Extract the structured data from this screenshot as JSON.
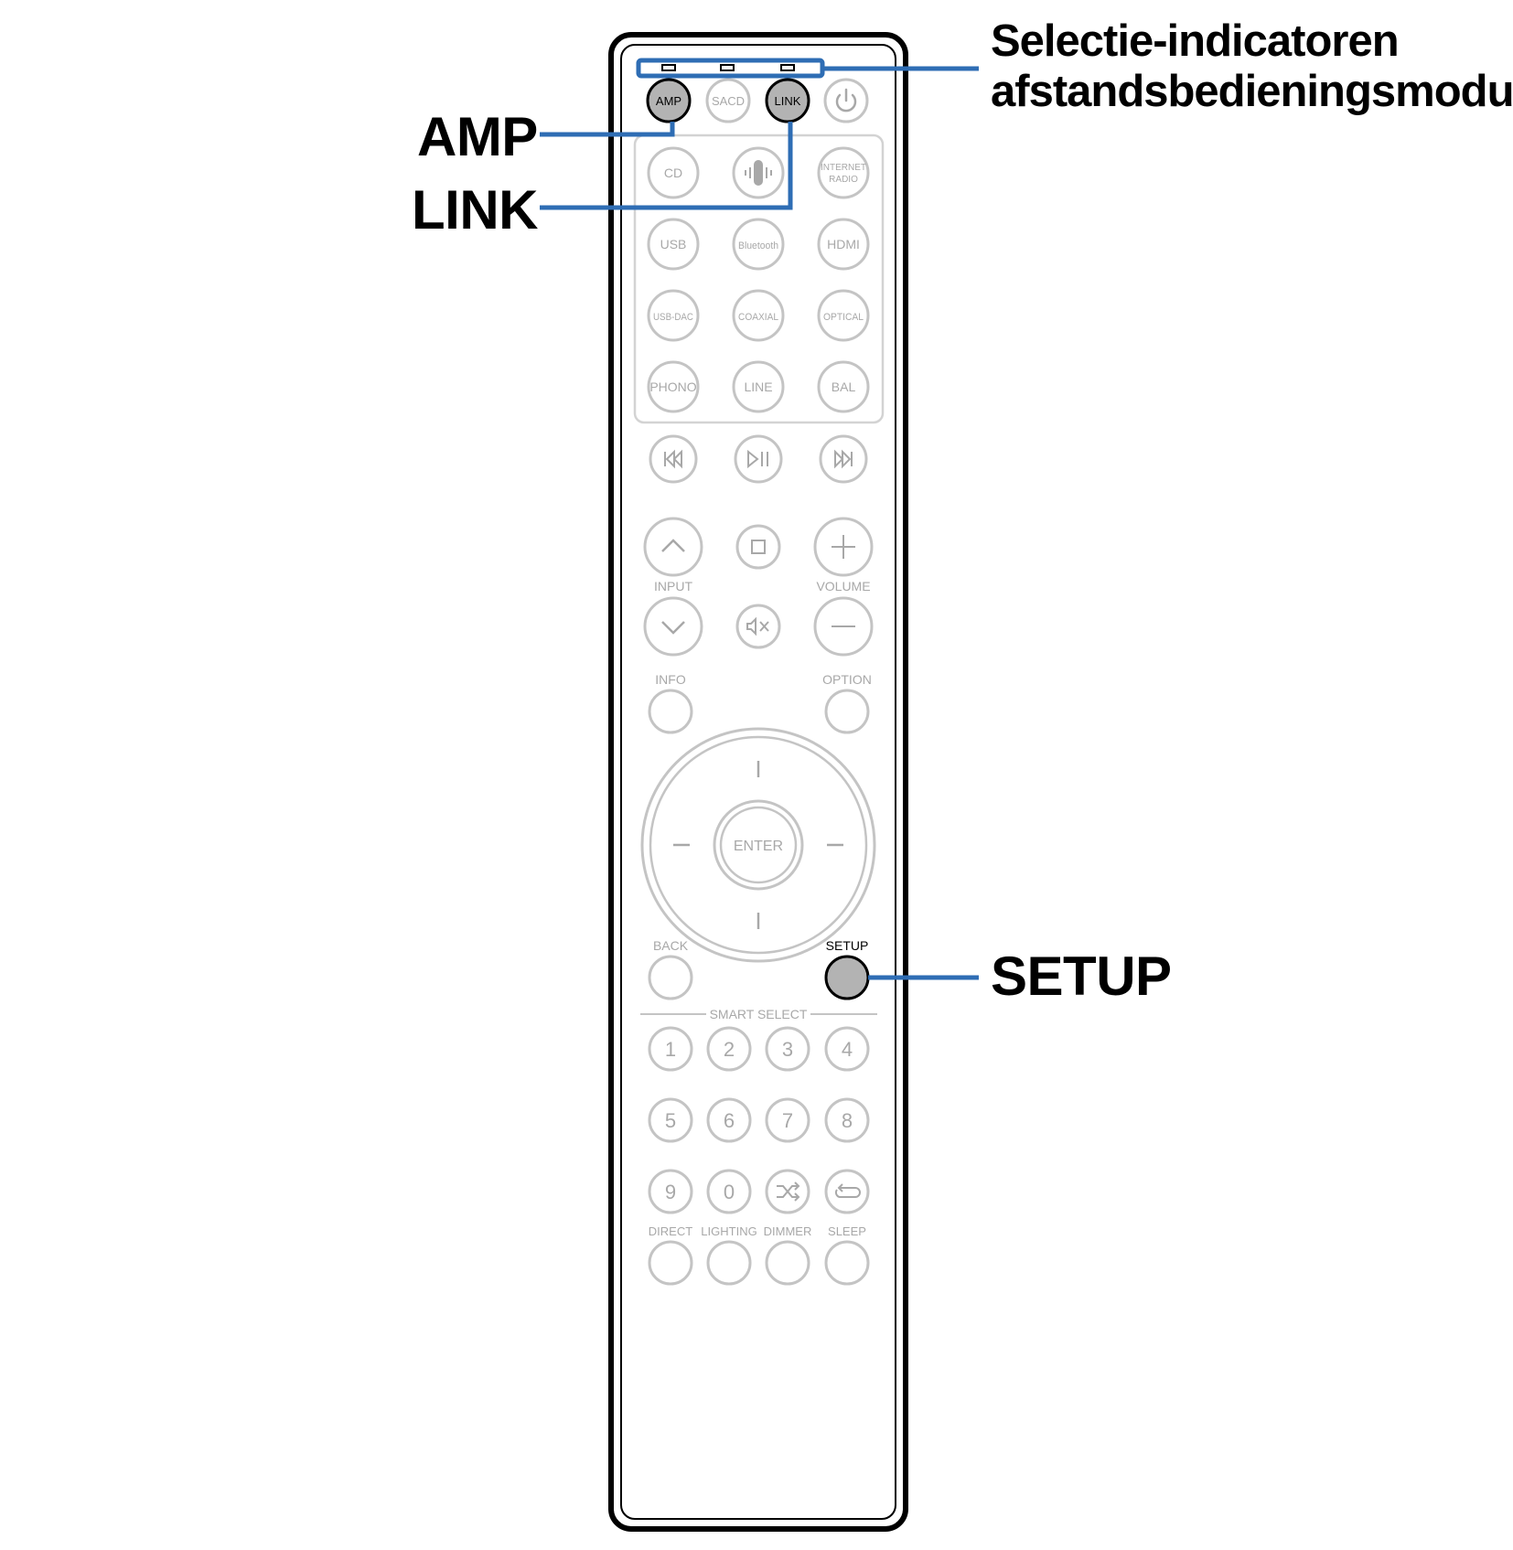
{
  "callouts": {
    "amp": "AMP",
    "link": "LINK",
    "setup": "SETUP",
    "indicators_line1": "Selectie-indicatoren",
    "indicators_line2": "afstandsbedieningsmodus"
  },
  "remote": {
    "top_buttons": [
      {
        "name": "amp-button",
        "label": "AMP",
        "highlighted": true
      },
      {
        "name": "sacd-button",
        "label": "SACD",
        "highlighted": false
      },
      {
        "name": "link-button",
        "label": "LINK",
        "highlighted": true
      },
      {
        "name": "power-button",
        "label": "",
        "icon": "power-icon",
        "highlighted": false
      }
    ],
    "source_buttons": [
      {
        "name": "cd-button",
        "label": "CD"
      },
      {
        "name": "heos-button",
        "label": "",
        "icon": "heos-icon"
      },
      {
        "name": "internet-radio-button",
        "label": "INTERNET",
        "label2": "RADIO"
      },
      {
        "name": "usb-button",
        "label": "USB"
      },
      {
        "name": "bluetooth-button",
        "label": "Bluetooth"
      },
      {
        "name": "hdmi-button",
        "label": "HDMI"
      },
      {
        "name": "usb-dac-button",
        "label": "USB-DAC"
      },
      {
        "name": "coaxial-button",
        "label": "COAXIAL"
      },
      {
        "name": "optical-button",
        "label": "OPTICAL"
      },
      {
        "name": "phono-button",
        "label": "PHONO"
      },
      {
        "name": "line-button",
        "label": "LINE"
      },
      {
        "name": "bal-button",
        "label": "BAL"
      }
    ],
    "input_label": "INPUT",
    "volume_label": "VOLUME",
    "info_label": "INFO",
    "option_label": "OPTION",
    "enter_label": "ENTER",
    "back_label": "BACK",
    "setup_label": "SETUP",
    "smart_select_label": "SMART SELECT",
    "number_buttons": [
      "1",
      "2",
      "3",
      "4",
      "5",
      "6",
      "7",
      "8",
      "9",
      "0"
    ],
    "bottom_labels": [
      "DIRECT",
      "LIGHTING",
      "DIMMER",
      "SLEEP"
    ]
  },
  "colors": {
    "callout_line": "#2e6db4",
    "highlight_fill": "#b3b3b3",
    "faded_stroke": "#c4c4c4",
    "faded_text": "#a8a8a8",
    "body_outline": "#000000"
  }
}
